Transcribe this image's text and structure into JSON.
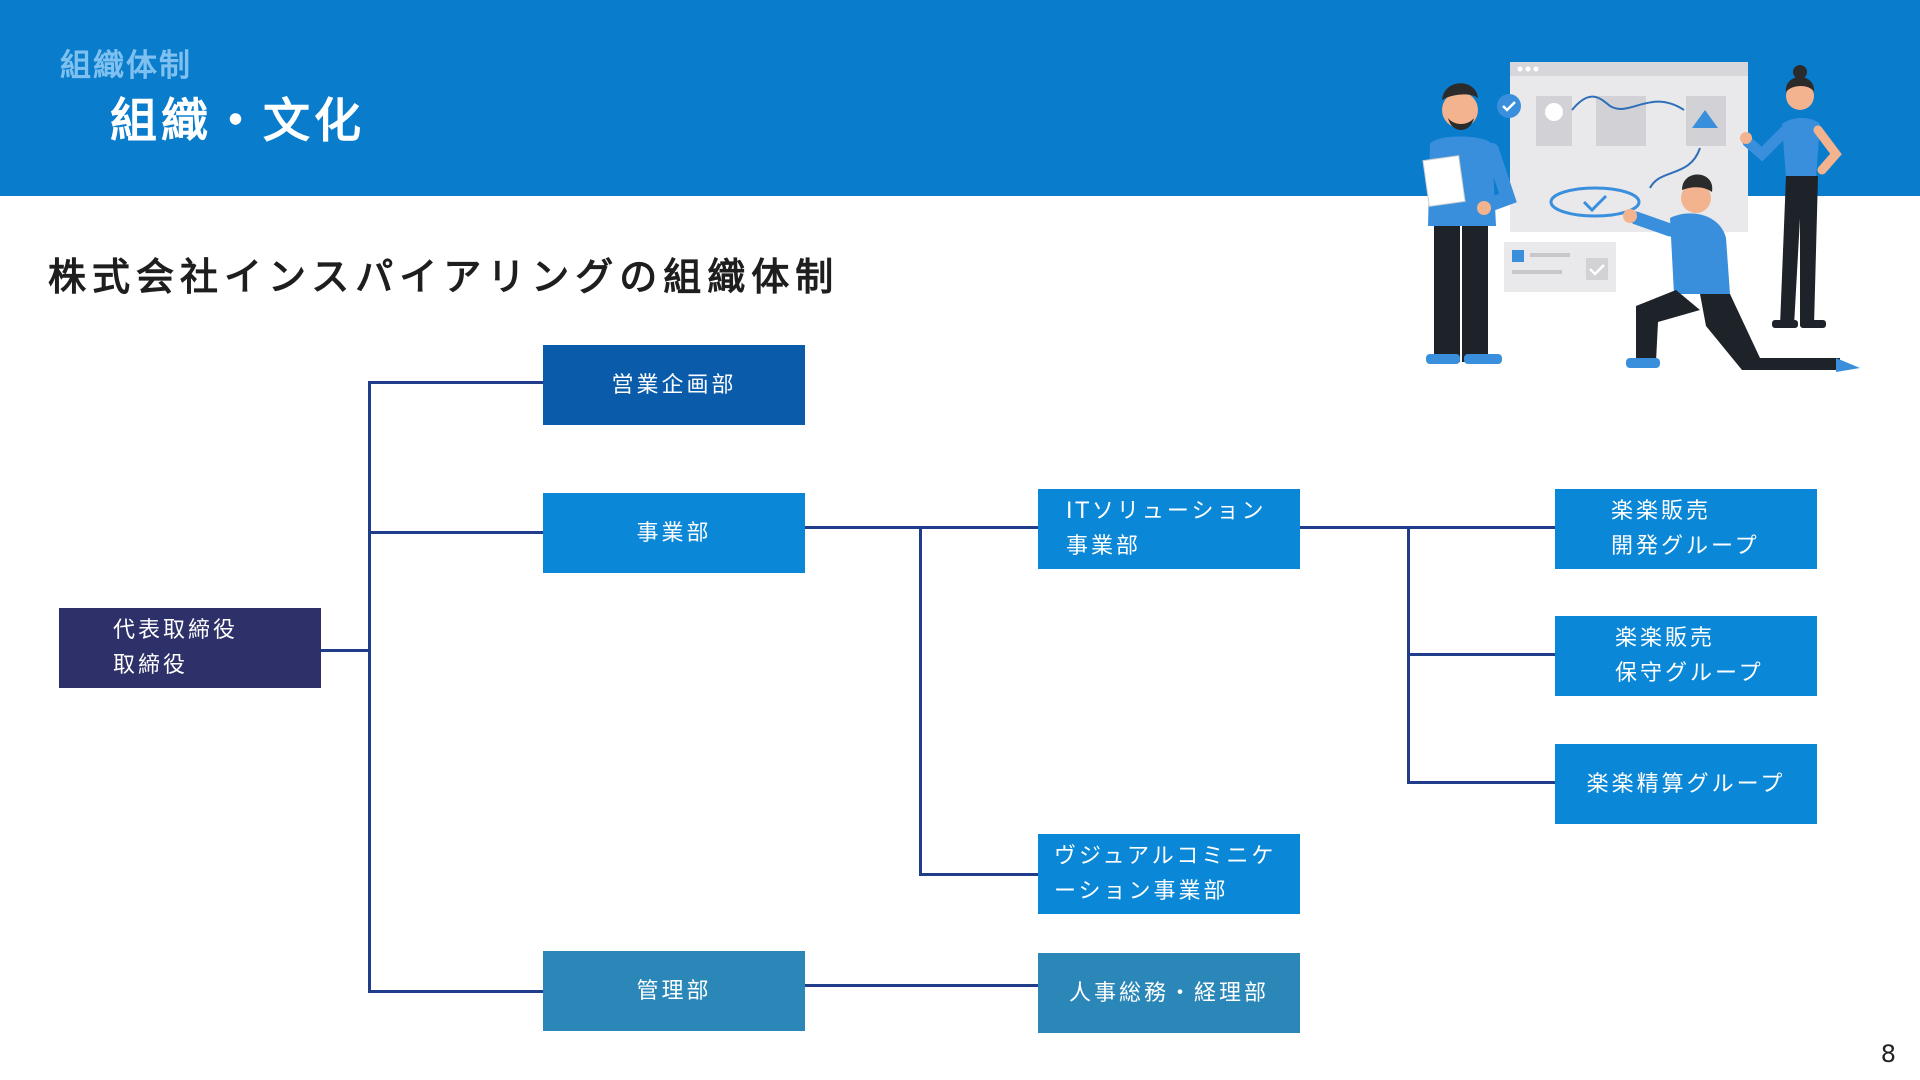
{
  "header": {
    "eyebrow": "組織体制",
    "title": "組織・文化",
    "background": "#0a7ccc"
  },
  "subtitle": "株式会社インスパイアリングの組織体制",
  "org_chart": {
    "nodes": {
      "ceo": {
        "label": "代表取締役\n取締役",
        "color": "#2e3169"
      },
      "sales_planning": {
        "label": "営業企画部",
        "color": "#0a5baa"
      },
      "business": {
        "label": "事業部",
        "color": "#0a87d6"
      },
      "management": {
        "label": "管理部",
        "color": "#2b87b8"
      },
      "it_solutions": {
        "label": "ITソリューション\n事業部",
        "color": "#0a87d6"
      },
      "visual_comm": {
        "label": "ヴジュアルコミニケ\nーション事業部",
        "color": "#0a87d6"
      },
      "hr_accounting": {
        "label": "人事総務・経理部",
        "color": "#2b87b8"
      },
      "rakuraku_dev": {
        "label": "楽楽販売\n開発グループ",
        "color": "#0a87d6"
      },
      "rakuraku_maint": {
        "label": "楽楽販売\n保守グループ",
        "color": "#0a87d6"
      },
      "rakuraku_seisan": {
        "label": "楽楽精算グループ",
        "color": "#0a87d6"
      }
    },
    "line_color": "#1f3d8a"
  },
  "page_number": "8"
}
